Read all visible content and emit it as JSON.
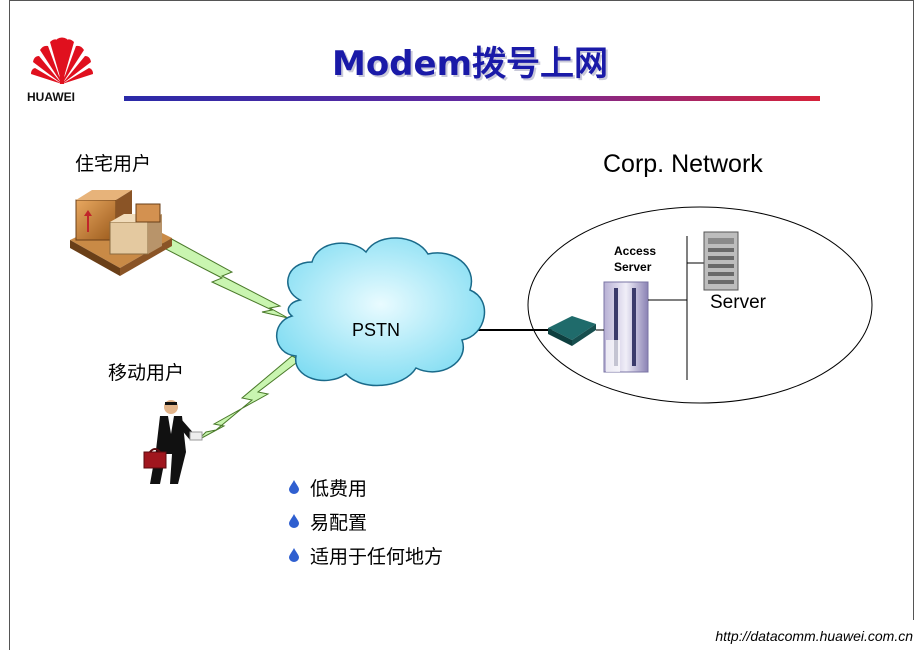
{
  "header": {
    "title": "Modem拨号上网",
    "brand": "HUAWEI",
    "accent_start": "#2a2aa8",
    "accent_end": "#d6223a"
  },
  "diagram": {
    "home_user_label": "住宅用户",
    "mobile_user_label": "移动用户",
    "cloud_label": "PSTN",
    "corp_network_label": "Corp. Network",
    "access_server_label_line1": "Access",
    "access_server_label_line2": "Server",
    "server_label": "Server"
  },
  "bullets": [
    {
      "text": "低费用"
    },
    {
      "text": "易配置"
    },
    {
      "text": "适用于任何地方"
    }
  ],
  "footer": {
    "url": "http://datacomm.huawei.com.cn"
  },
  "icons": {
    "logo": "huawei-logo-icon",
    "home": "boxes-icon",
    "mobile": "businessman-icon",
    "link": "lightning-link-icon",
    "modem": "modem-icon",
    "access_server": "access-server-icon",
    "server": "server-icon",
    "bullet": "water-drop-icon"
  }
}
